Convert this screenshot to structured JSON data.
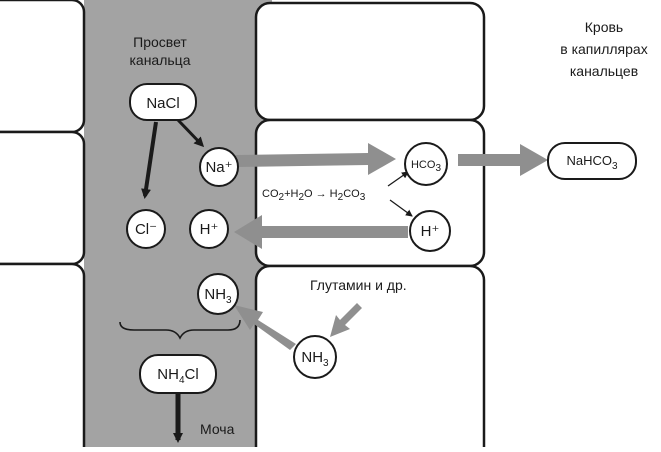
{
  "lumen_label": [
    "Просвет",
    "канальца"
  ],
  "blood_label": [
    "Кровь",
    "в капиллярах",
    "канальцев"
  ],
  "glutamine_label": "Глутамин и др.",
  "urine_label": "Моча",
  "molecules": {
    "nacl": "NaCl",
    "na_plus": "Na⁺",
    "cl_minus": "Cl⁻",
    "h_plus_lumen": "H⁺",
    "h_plus_cell": "H⁺",
    "nh3_lumen": {
      "base": "NH",
      "sub": "3"
    },
    "nh3_cell": {
      "base": "NH",
      "sub": "3"
    },
    "nh4cl": {
      "a": "NH",
      "sub": "4",
      "b": "Cl"
    },
    "hco3_cell": {
      "base": "HCO",
      "sub": "3"
    },
    "nahco3": {
      "base": "NaHCO",
      "sub": "3"
    }
  },
  "reaction": {
    "p1": "CO",
    "s1": "2",
    "p2": "+H",
    "s2": "2",
    "p3": "O → H",
    "s3": "2",
    "p4": "CO",
    "s4": "3"
  },
  "colors": {
    "lumen": "#a3a3a3",
    "arrow_gray": "#8f8f8f",
    "ink": "#1a1a1a"
  }
}
